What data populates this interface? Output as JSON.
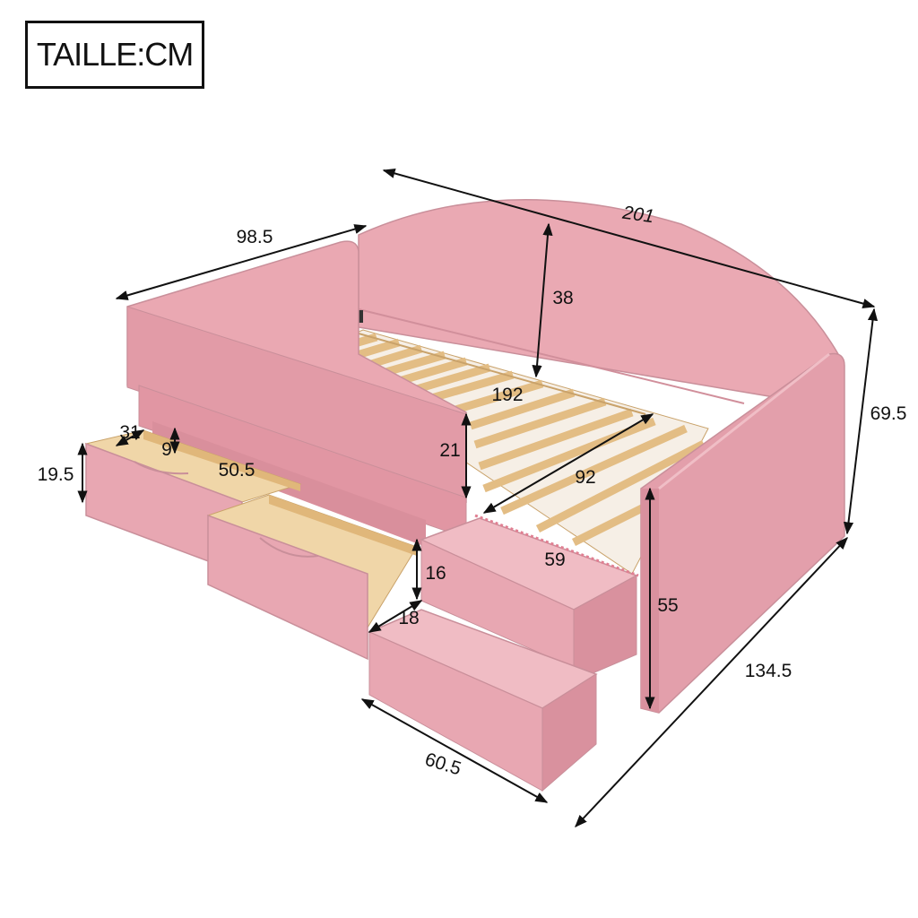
{
  "title": "TAILLE:CM",
  "colors": {
    "fabric": "#e8a9b4",
    "fabric_dark": "#d48e9b",
    "fabric_light": "#f2c4cb",
    "wood": "#e7c48f",
    "wood_dark": "#c9a26a",
    "line": "#111111"
  },
  "dimensions": {
    "length": "201",
    "depth": "98.5",
    "total_height": "69.5",
    "backrest_height": "38",
    "mattress_length": "192",
    "mattress_width": "92",
    "side_rail_height": "21",
    "drawer_height": "19.5",
    "drawer_depth": "31",
    "drawer_inner": "9",
    "drawer_width": "50.5",
    "step_height": "16",
    "step_depth": "18",
    "stair_width": "59",
    "armrest_height": "55",
    "overall_depth": "134.5",
    "stair_depth": "60.5"
  }
}
